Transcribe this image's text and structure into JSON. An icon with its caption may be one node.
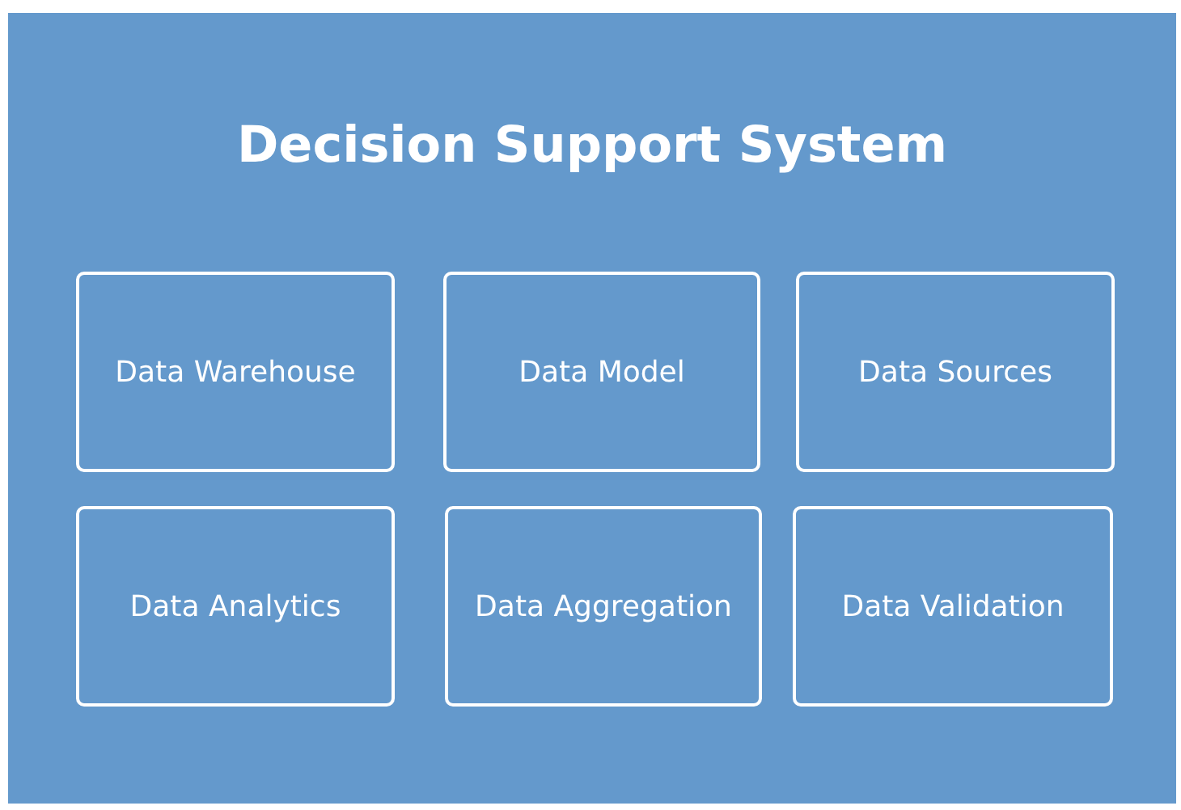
{
  "diagram": {
    "nodes": [
      {
        "text": [
          "Decision Support System"
        ]
      },
      {
        "text": [
          "Data Warehouse"
        ],
        "in": 0
      },
      {
        "text": [
          "Data Model"
        ],
        "in": 0
      },
      {
        "text": [
          "Data Sources"
        ],
        "in": 0
      },
      {
        "text": [
          "Data Analytics"
        ],
        "in": 0
      },
      {
        "text": [
          "Data Aggregation"
        ],
        "in": 0
      },
      {
        "text": [
          "Data Validation"
        ],
        "in": 0
      }
    ],
    "edges": []
  }
}
